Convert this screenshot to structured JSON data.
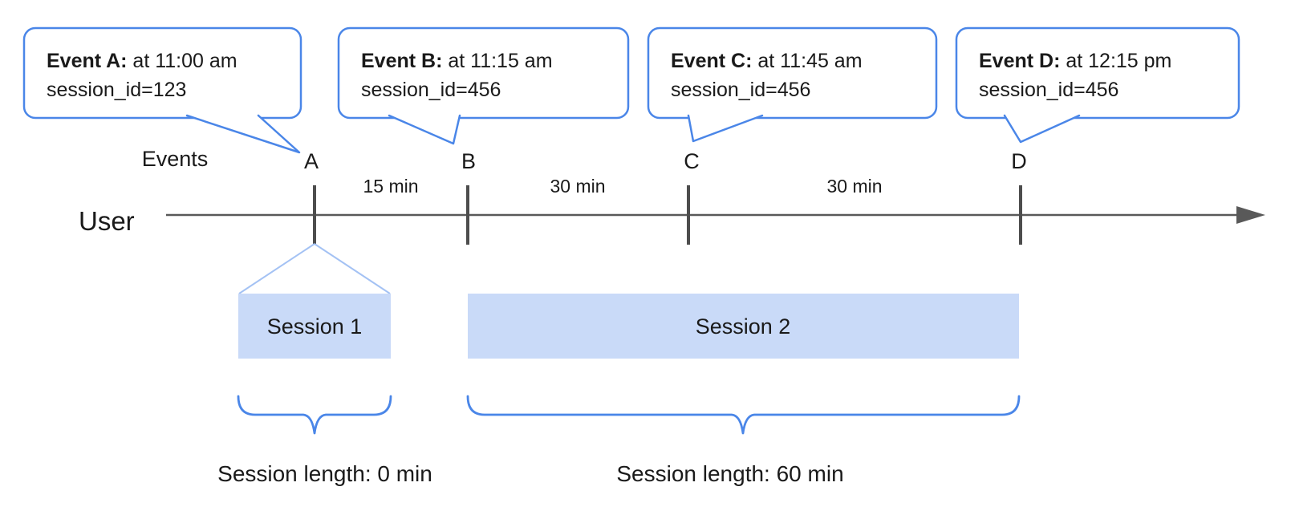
{
  "colors": {
    "accent_blue": "#4a86e8",
    "session_fill": "#c9daf8",
    "funnel_blue": "#a4c2f4",
    "axis_gray": "#595959",
    "text_black": "#1a1a1a"
  },
  "callouts": [
    {
      "title": "Event A:",
      "time": " at 11:00 am",
      "detail": "session_id=123"
    },
    {
      "title": "Event B:",
      "time": " at 11:15 am",
      "detail": "session_id=456"
    },
    {
      "title": "Event C:",
      "time": " at 11:45 am",
      "detail": "session_id=456"
    },
    {
      "title": "Event D:",
      "time": " at 12:15 pm",
      "detail": "session_id=456"
    }
  ],
  "timeline": {
    "events_label": "Events",
    "user_label": "User",
    "event_markers": [
      "A",
      "B",
      "C",
      "D"
    ],
    "intervals": [
      "15 min",
      "30 min",
      "30 min"
    ]
  },
  "sessions": [
    {
      "label": "Session 1",
      "length_label": "Session length: 0 min"
    },
    {
      "label": "Session 2",
      "length_label": "Session length: 60 min"
    }
  ]
}
